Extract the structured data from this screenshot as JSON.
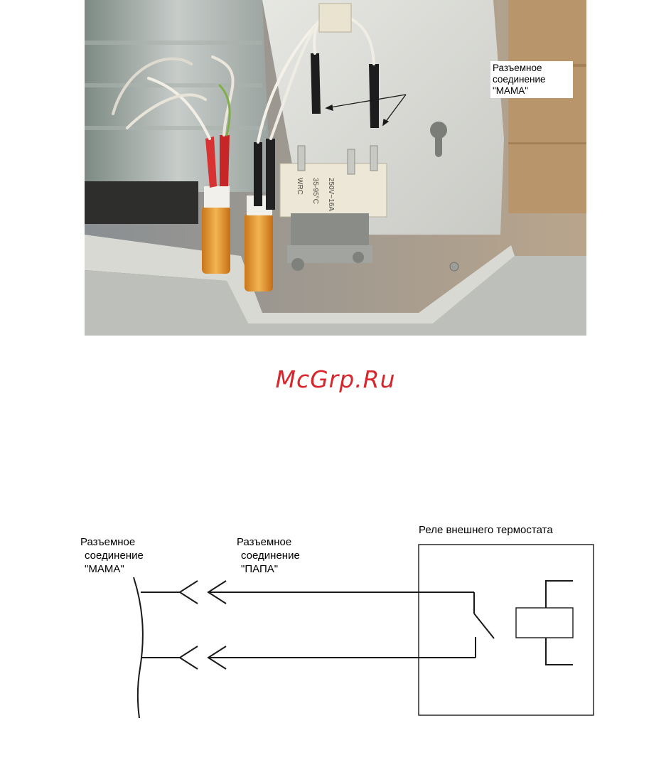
{
  "photo": {
    "label_lines": [
      "Разъемное",
      "соединение",
      "\"МАМА\""
    ],
    "relay_markings": [
      "WRC",
      "35-95°C",
      "250V~16A"
    ]
  },
  "watermark": "McGrp.Ru",
  "diagram": {
    "mama_label": [
      "Разъемное",
      "соединение",
      "\"МАМА\""
    ],
    "papa_label": [
      "Разъемное",
      "соединение",
      "\"ПАПА\""
    ],
    "relay_label": "Реле внешнего термостата"
  }
}
